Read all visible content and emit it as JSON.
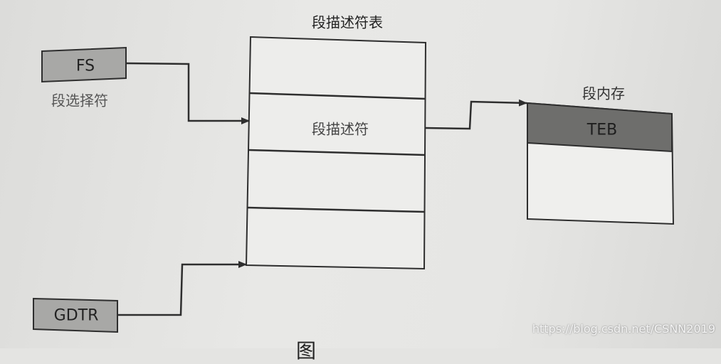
{
  "diagram": {
    "selector_register": {
      "label": "FS",
      "caption": "段选择符"
    },
    "table": {
      "title": "段描述符表",
      "entries": [
        "",
        "段描述符",
        "",
        ""
      ]
    },
    "gdtr": {
      "label": "GDTR"
    },
    "memory": {
      "title": "段内存",
      "header": "TEB"
    },
    "figure_caption_partial": "图",
    "colors": {
      "register_fill": "#a8a8a6",
      "teb_fill": "#6e6e6c",
      "line": "#2e2e2e"
    }
  },
  "watermark": "https://blog.csdn.net/CSNN2019"
}
